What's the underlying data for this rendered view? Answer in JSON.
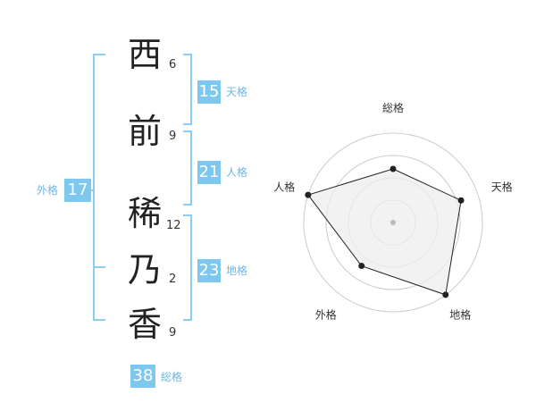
{
  "name_chars": [
    {
      "char": "西",
      "strokes": "6"
    },
    {
      "char": "前",
      "strokes": "9"
    },
    {
      "char": "稀",
      "strokes": "12"
    },
    {
      "char": "乃",
      "strokes": "2"
    },
    {
      "char": "香",
      "strokes": "9"
    }
  ],
  "kakusu": {
    "tenkaku": {
      "value": "15",
      "label": "天格"
    },
    "jinkaku": {
      "value": "21",
      "label": "人格"
    },
    "chikaku": {
      "value": "23",
      "label": "地格"
    },
    "gaikaku": {
      "value": "17",
      "label": "外格"
    },
    "soukaku": {
      "value": "38",
      "label": "総格"
    }
  },
  "chart_data": {
    "type": "radar",
    "axes": [
      "総格",
      "天格",
      "地格",
      "外格",
      "人格"
    ],
    "values": [
      0.6,
      0.8,
      1.0,
      0.6,
      1.0
    ],
    "rings": 4,
    "colors": {
      "fill": "#eeeeee",
      "stroke": "#222222",
      "ring": "#cccccc",
      "center": "#bbbbbb"
    }
  }
}
